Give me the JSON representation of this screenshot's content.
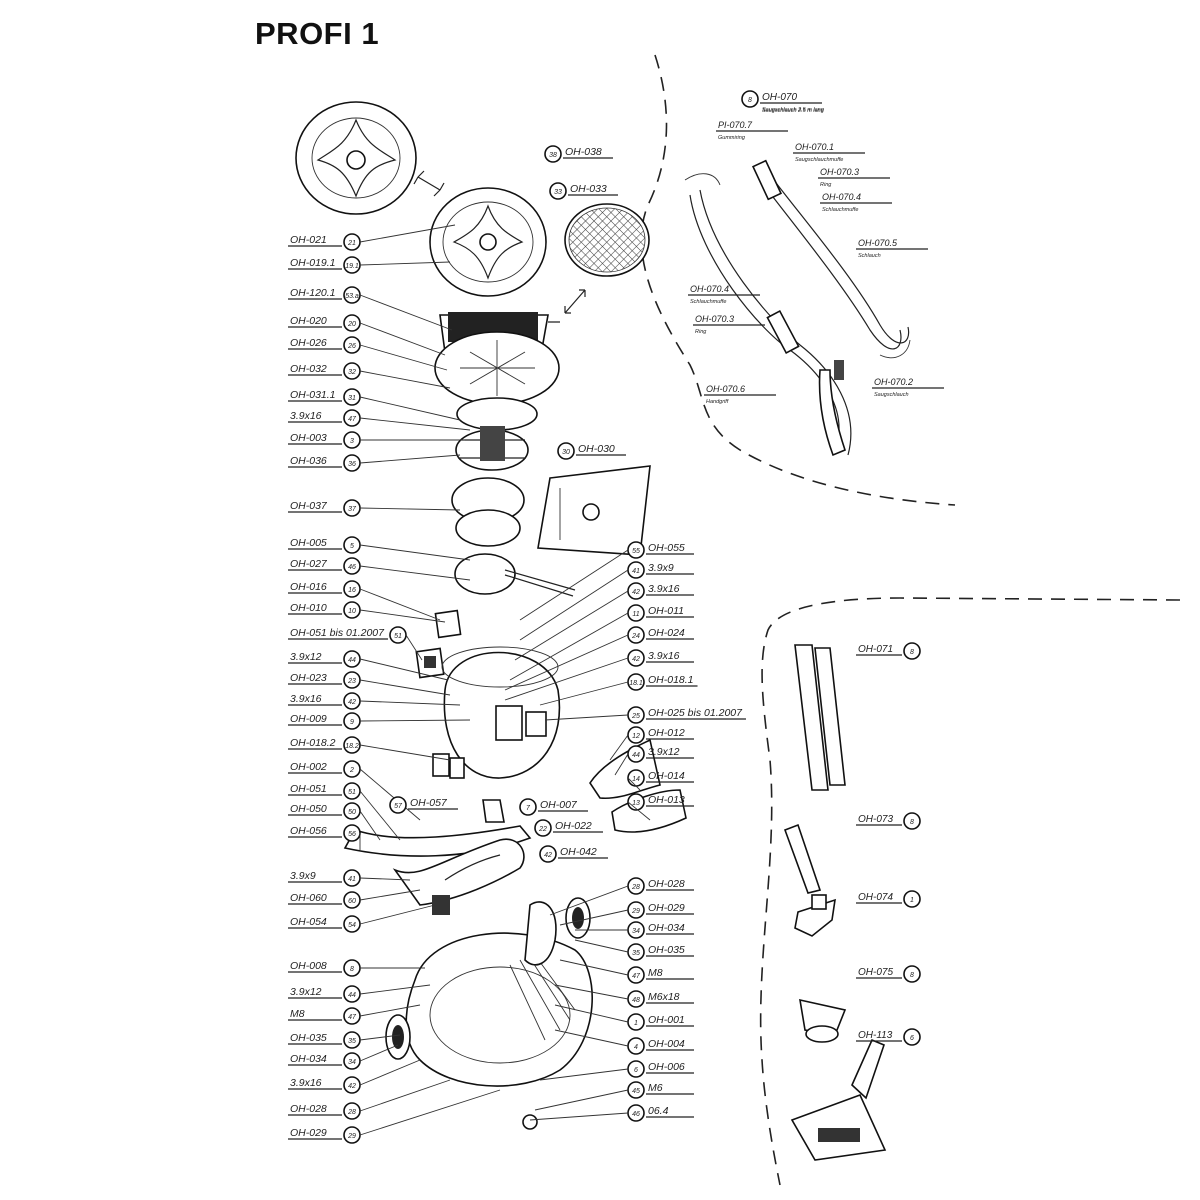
{
  "title": "PROFI 1",
  "left_labels": [
    {
      "text": "OH-021",
      "num": "21"
    },
    {
      "text": "OH-019.1",
      "num": "19.1"
    },
    {
      "text": "OH-120.1",
      "num": "53.a"
    },
    {
      "text": "OH-020",
      "num": "20"
    },
    {
      "text": "OH-026",
      "num": "26"
    },
    {
      "text": "OH-032",
      "num": "32"
    },
    {
      "text": "OH-031.1",
      "num": "31"
    },
    {
      "text": "3.9x16",
      "num": "47"
    },
    {
      "text": "OH-003",
      "num": "3"
    },
    {
      "text": "OH-036",
      "num": "36"
    },
    {
      "text": "OH-037",
      "num": "37"
    },
    {
      "text": "OH-005",
      "num": "5"
    },
    {
      "text": "OH-027",
      "num": "46"
    },
    {
      "text": "OH-016",
      "num": "16"
    },
    {
      "text": "OH-010",
      "num": "10"
    },
    {
      "text": "OH-051 bis 01.2007",
      "num": "51"
    },
    {
      "text": "3.9x12",
      "num": "44"
    },
    {
      "text": "OH-023",
      "num": "23"
    },
    {
      "text": "3.9x16",
      "num": "42"
    },
    {
      "text": "OH-009",
      "num": "9"
    },
    {
      "text": "OH-018.2",
      "num": "18.2"
    },
    {
      "text": "OH-002",
      "num": "2"
    },
    {
      "text": "OH-051",
      "num": "51"
    },
    {
      "text": "OH-050",
      "num": "50"
    },
    {
      "text": "OH-056",
      "num": "56"
    },
    {
      "text": "3.9x9",
      "num": "41"
    },
    {
      "text": "OH-060",
      "num": "60"
    },
    {
      "text": "OH-054",
      "num": "54"
    },
    {
      "text": "OH-008",
      "num": "8"
    },
    {
      "text": "3.9x12",
      "num": "44"
    },
    {
      "text": "M8",
      "num": "47"
    },
    {
      "text": "OH-035",
      "num": "35"
    },
    {
      "text": "OH-034",
      "num": "34"
    },
    {
      "text": "3.9x16",
      "num": "42"
    },
    {
      "text": "OH-028",
      "num": "28"
    },
    {
      "text": "OH-029",
      "num": "29"
    }
  ],
  "right_labels": [
    {
      "text": "OH-055",
      "num": "55"
    },
    {
      "text": "3.9x9",
      "num": "41"
    },
    {
      "text": "3.9x16",
      "num": "42"
    },
    {
      "text": "OH-011",
      "num": "11"
    },
    {
      "text": "OH-024",
      "num": "24"
    },
    {
      "text": "3.9x16",
      "num": "42"
    },
    {
      "text": "OH-018.1",
      "num": "18.1"
    },
    {
      "text": "OH-025 bis 01.2007",
      "num": "25"
    },
    {
      "text": "OH-012",
      "num": "12"
    },
    {
      "text": "3.9x12",
      "num": "44"
    },
    {
      "text": "OH-014",
      "num": "14"
    },
    {
      "text": "OH-013",
      "num": "13"
    },
    {
      "text": "OH-028",
      "num": "28"
    },
    {
      "text": "OH-029",
      "num": "29"
    },
    {
      "text": "OH-034",
      "num": "34"
    },
    {
      "text": "OH-035",
      "num": "35"
    },
    {
      "text": "M8",
      "num": "47"
    },
    {
      "text": "M6x18",
      "num": "48"
    },
    {
      "text": "OH-001",
      "num": "1"
    },
    {
      "text": "OH-004",
      "num": "4"
    },
    {
      "text": "OH-006",
      "num": "6"
    },
    {
      "text": "M6",
      "num": "45"
    },
    {
      "text": "06.4",
      "num": "46"
    }
  ],
  "center_labels": [
    {
      "text": "OH-038",
      "num": "38"
    },
    {
      "text": "OH-033",
      "num": "33"
    },
    {
      "text": "OH-030",
      "num": "30"
    },
    {
      "text": "OH-057",
      "num": "57"
    },
    {
      "text": "OH-007",
      "num": "7"
    },
    {
      "text": "OH-022",
      "num": "22"
    },
    {
      "text": "OH-042",
      "num": "42"
    }
  ],
  "hose_kit": {
    "main": {
      "text": "OH-070",
      "num": "8",
      "caption": "Saugschlauch 2.5 m lang"
    },
    "labels": [
      {
        "text": "PI-070.7",
        "caption": "Gummiring"
      },
      {
        "text": "OH-070.1",
        "caption": "Saugschlauchmuffe"
      },
      {
        "text": "OH-070.3",
        "caption": "Ring"
      },
      {
        "text": "OH-070.4",
        "caption": "Schlauchmuffe"
      },
      {
        "text": "OH-070.5",
        "caption": "Schlauch"
      },
      {
        "text": "OH-070.4",
        "caption": "Schlauchmuffe"
      },
      {
        "text": "OH-070.3",
        "caption": "Ring"
      },
      {
        "text": "OH-070.6",
        "caption": "Handgriff"
      },
      {
        "text": "OH-070.2",
        "caption": "Saugschlauch"
      }
    ]
  },
  "accessories": [
    {
      "text": "OH-071",
      "num": "8"
    },
    {
      "text": "OH-073",
      "num": "8"
    },
    {
      "text": "OH-074",
      "num": "1"
    },
    {
      "text": "OH-075",
      "num": "8"
    },
    {
      "text": "OH-113",
      "num": "6"
    }
  ]
}
